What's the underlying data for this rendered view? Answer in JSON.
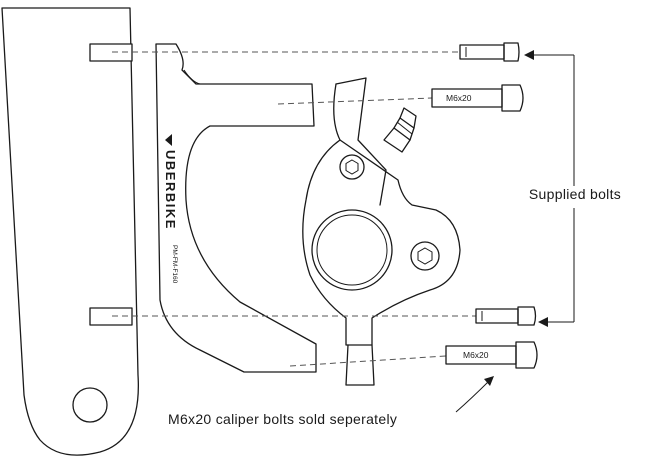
{
  "labels": {
    "supplied_bolts": "Supplied bolts",
    "caliper_bolts_note": "M6x20 caliper bolts sold seperately",
    "bolt_upper": "M6x20",
    "bolt_lower": "M6x20",
    "brand": "UBERBIKE",
    "part_number": "PM-FM-F160"
  },
  "icons": [
    "brand-logo-icon",
    "arrow-icon",
    "hex-socket-icon"
  ]
}
